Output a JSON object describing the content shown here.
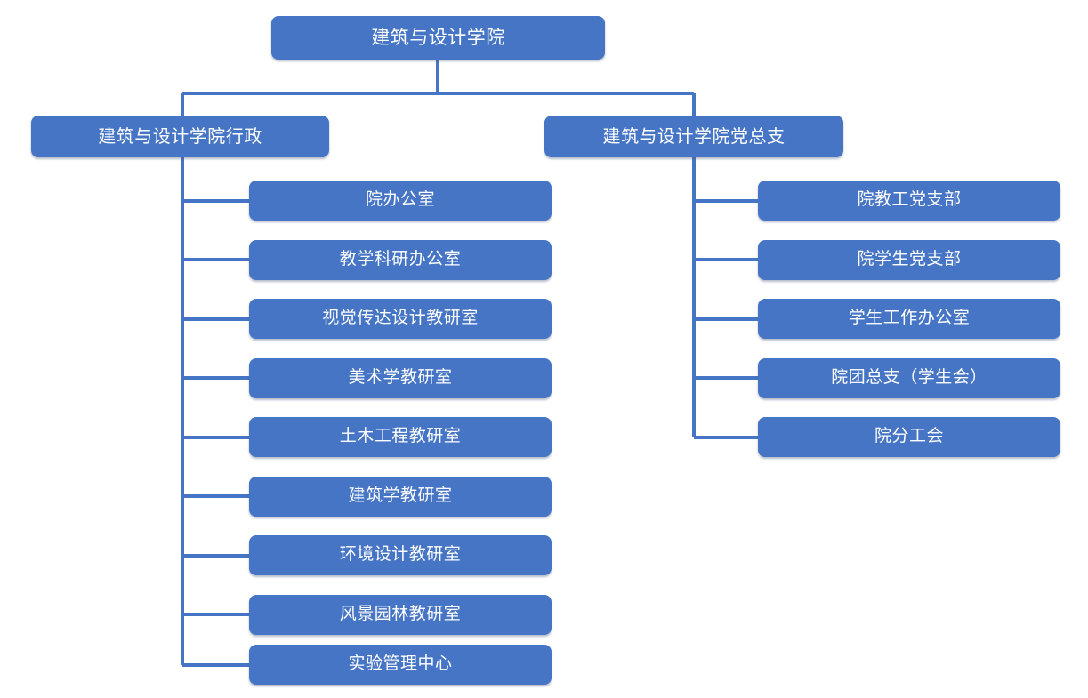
{
  "diagram": {
    "title_text": "建筑与设计学院",
    "type": "organization-chart",
    "colors": {
      "node_fill": "#4575c4",
      "node_text": "#ffffff",
      "connector": "#4575c4",
      "background": "#ffffff"
    },
    "root": {
      "label": "建筑与设计学院"
    },
    "branches": [
      {
        "id": "administration",
        "label": "建筑与设计学院行政",
        "children": [
          {
            "label": "院办公室"
          },
          {
            "label": "教学科研办公室"
          },
          {
            "label": "视觉传达设计教研室"
          },
          {
            "label": "美术学教研室"
          },
          {
            "label": "土木工程教研室"
          },
          {
            "label": "建筑学教研室"
          },
          {
            "label": "环境设计教研室"
          },
          {
            "label": "风景园林教研室"
          },
          {
            "label": "实验管理中心"
          }
        ]
      },
      {
        "id": "party-branch",
        "label": "建筑与设计学院党总支",
        "children": [
          {
            "label": "院教工党支部"
          },
          {
            "label": "院学生党支部"
          },
          {
            "label": "学生工作办公室"
          },
          {
            "label": "院团总支（学生会）"
          },
          {
            "label": "院分工会"
          }
        ]
      }
    ]
  }
}
